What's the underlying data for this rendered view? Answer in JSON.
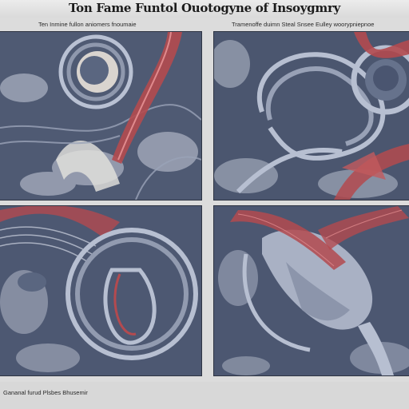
{
  "title": "Ton Fame Funtol Ouotogyne of Insoygmry",
  "captions": {
    "top_left": "Ten Inmine fullon aniomers fnoumaie",
    "top_right": "Tramenoffe duimn Steal Snsee Eulley woorypniepnoe"
  },
  "footer": "Gananal furud Plsbes Bhusemir",
  "colors": {
    "background": "#dcdcdc",
    "panel_fill": "#4a5670",
    "vessel_red": "#b34a4f",
    "tissue_grey": "#aeb6c8"
  }
}
